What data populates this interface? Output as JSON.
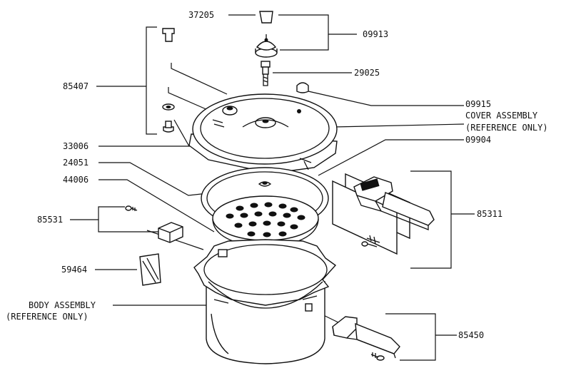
{
  "diagram": {
    "labels": {
      "p37205": "37205",
      "p09913": "09913",
      "p29025": "29025",
      "p85407": "85407",
      "p09915": "09915",
      "cover_line1": "COVER ASSEMBLY",
      "cover_line2": "(REFERENCE ONLY)",
      "p09904": "09904",
      "p33006": "33006",
      "p24051": "24051",
      "p44006": "44006",
      "p85311": "85311",
      "p85531": "85531",
      "p59464": "59464",
      "body_line1": "BODY ASSEMBLY",
      "body_line2": "(REFERENCE ONLY)",
      "p85450": "85450"
    }
  }
}
